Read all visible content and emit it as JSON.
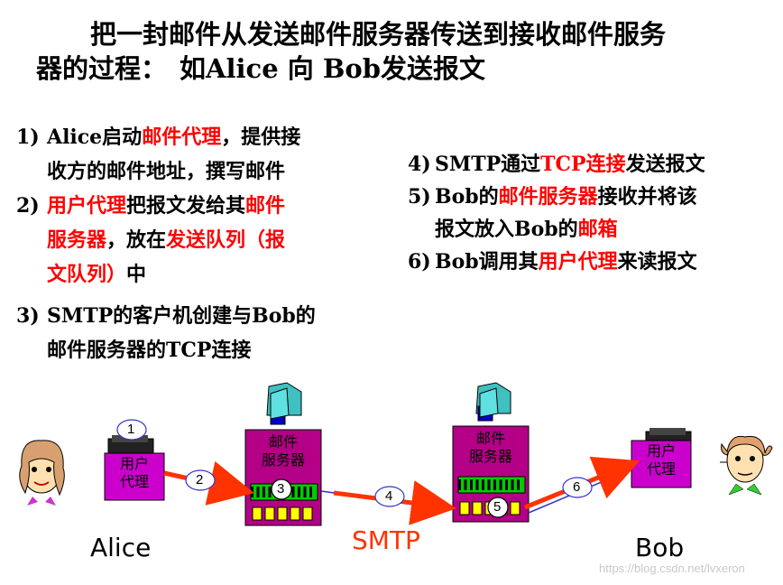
{
  "title": {
    "line1": "把一封邮件从发送邮件服务器传送到接收邮件服务",
    "line2_a": "器的过程：",
    "line2_b": "如Alice 向 Bob发送报文"
  },
  "steps_left": [
    {
      "num": "1)",
      "parts": [
        {
          "t": "Alice启动",
          "red": false
        },
        {
          "t": "邮件代理",
          "red": true
        },
        {
          "t": "，提供接",
          "red": false
        }
      ],
      "cont": [
        [
          {
            "t": "收方的邮件地址，撰写邮件",
            "red": false
          }
        ]
      ]
    },
    {
      "num": "2)",
      "parts": [
        {
          "t": "用户代理",
          "red": true
        },
        {
          "t": "把报文发给其",
          "red": false
        },
        {
          "t": "邮件",
          "red": true
        }
      ],
      "cont": [
        [
          {
            "t": "服务器",
            "red": true
          },
          {
            "t": "，放在",
            "red": false
          },
          {
            "t": "发送队列（报",
            "red": true
          }
        ],
        [
          {
            "t": "文队列）",
            "red": true
          },
          {
            "t": "中",
            "red": false
          }
        ]
      ]
    },
    {
      "num": "3)",
      "parts": [
        {
          "t": "SMTP的客户机创建与Bob的",
          "red": false
        }
      ],
      "cont": [
        [
          {
            "t": "邮件服务器的TCP连接",
            "red": false
          }
        ]
      ]
    }
  ],
  "steps_right": [
    {
      "num": "4)",
      "parts": [
        {
          "t": "SMTP通过",
          "red": false
        },
        {
          "t": "TCP连接",
          "red": true
        },
        {
          "t": "发送报文",
          "red": false
        }
      ],
      "cont": []
    },
    {
      "num": "5)",
      "parts": [
        {
          "t": "Bob的",
          "red": false
        },
        {
          "t": "邮件服务器",
          "red": true
        },
        {
          "t": "接收并将该",
          "red": false
        }
      ],
      "cont": [
        [
          {
            "t": "报文放入Bob的",
            "red": false
          },
          {
            "t": "邮箱",
            "red": true
          }
        ]
      ]
    },
    {
      "num": "6)",
      "parts": [
        {
          "t": "Bob调用其",
          "red": false
        },
        {
          "t": "用户代理",
          "red": true
        },
        {
          "t": "来读报文",
          "red": false
        }
      ],
      "cont": []
    }
  ],
  "diagram": {
    "alice_ua_label_1": "用户",
    "alice_ua_label_2": "代理",
    "server1_label_1": "邮件",
    "server1_label_2": "服务器",
    "server2_label_1": "邮件",
    "server2_label_2": "服务器",
    "bob_ua_label_1": "用户",
    "bob_ua_label_2": "代理",
    "circle_1": "1",
    "circle_2": "2",
    "circle_3": "3",
    "circle_4": "4",
    "circle_5": "5",
    "circle_6": "6",
    "alice_name": "Alice",
    "bob_name": "Bob",
    "protocol_label": "SMTP"
  },
  "watermark": "https://blog.csdn.net/lvxeron",
  "colors": {
    "red": "#ff0000",
    "magenta_box": "#cc00cc",
    "server_body": "#b30086",
    "green_bar": "#00cc00",
    "yellow_slot": "#ffff00",
    "arrow_red": "#ff3300",
    "line_blue": "#3333cc"
  }
}
